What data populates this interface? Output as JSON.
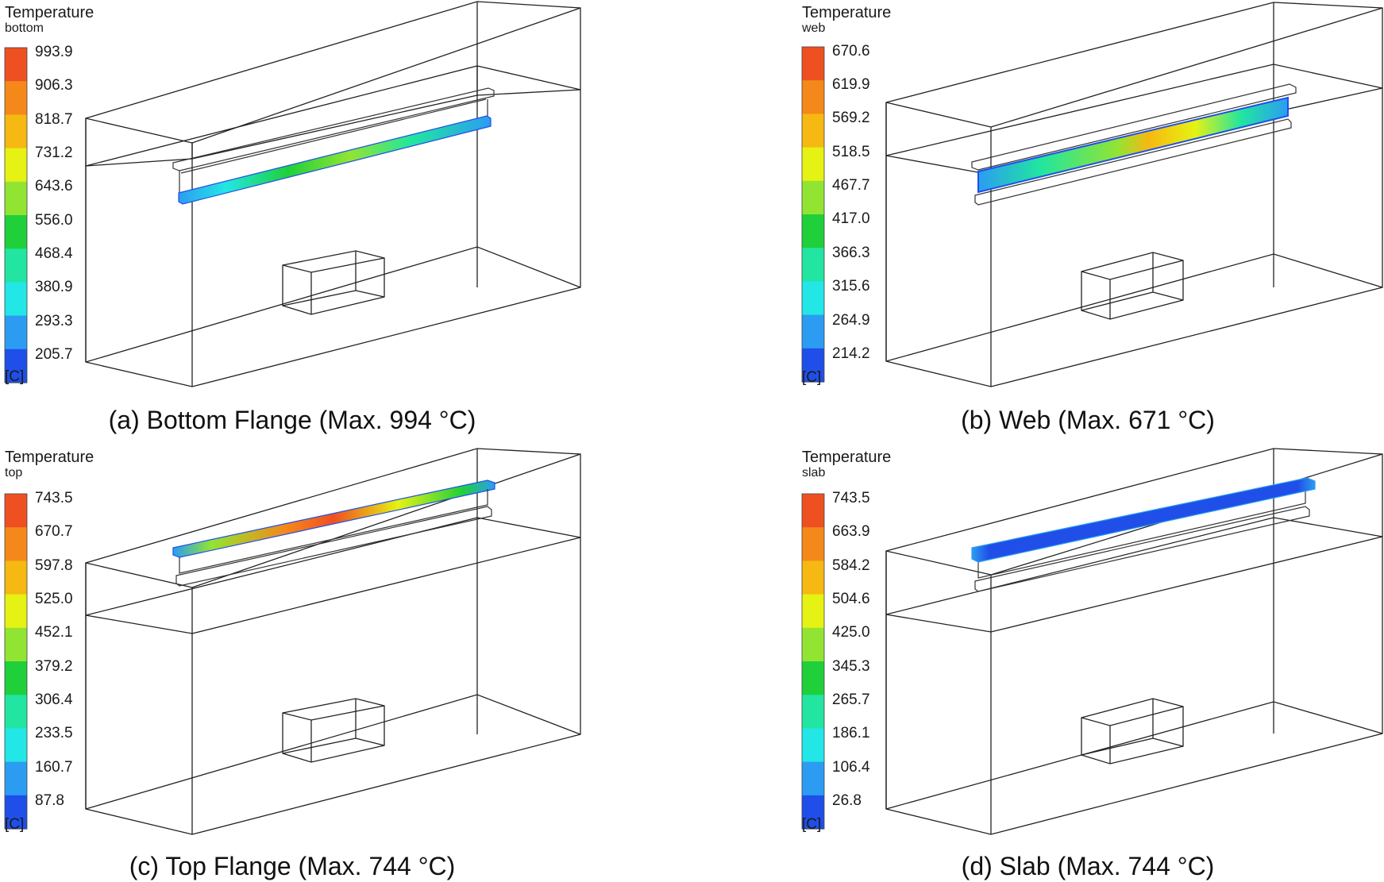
{
  "colors": {
    "colormap": [
      "#1f4fe8",
      "#2c9cf2",
      "#23e6e6",
      "#21e5a0",
      "#1fd03a",
      "#92e433",
      "#e6f213",
      "#f6b812",
      "#f5881a",
      "#ee5022"
    ],
    "wireframe": "#222222"
  },
  "unit": "[C]",
  "panels": [
    {
      "id": "a",
      "legend_title": "Temperature",
      "legend_sub": "bottom",
      "ticks": [
        "993.9",
        "906.3",
        "818.7",
        "731.2",
        "643.6",
        "556.0",
        "468.4",
        "380.9",
        "293.3",
        "205.7"
      ],
      "caption": "(a) Bottom Flange (Max. 994 °C)",
      "highlight": "bottom-flange"
    },
    {
      "id": "b",
      "legend_title": "Temperature",
      "legend_sub": "web",
      "ticks": [
        "670.6",
        "619.9",
        "569.2",
        "518.5",
        "467.7",
        "417.0",
        "366.3",
        "315.6",
        "264.9",
        "214.2"
      ],
      "caption": "(b) Web (Max. 671 °C)",
      "highlight": "web"
    },
    {
      "id": "c",
      "legend_title": "Temperature",
      "legend_sub": "top",
      "ticks": [
        "743.5",
        "670.7",
        "597.8",
        "525.0",
        "452.1",
        "379.2",
        "306.4",
        "233.5",
        "160.7",
        "87.8"
      ],
      "caption": "(c) Top Flange (Max. 744 °C)",
      "highlight": "top-flange"
    },
    {
      "id": "d",
      "legend_title": "Temperature",
      "legend_sub": "slab",
      "ticks": [
        "743.5",
        "663.9",
        "584.2",
        "504.6",
        "425.0",
        "345.3",
        "265.7",
        "186.1",
        "106.4",
        "26.8"
      ],
      "caption": "(d) Slab (Max. 744 °C)",
      "highlight": "slab"
    }
  ]
}
